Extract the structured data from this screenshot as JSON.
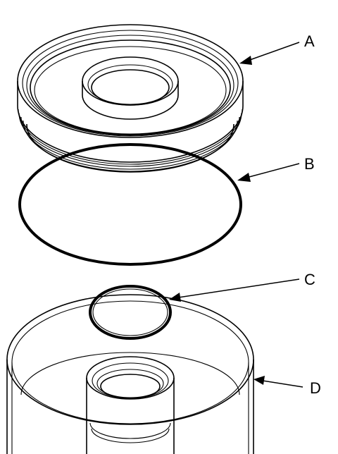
{
  "callouts": [
    {
      "id": "A",
      "label": "A"
    },
    {
      "id": "B",
      "label": "B"
    },
    {
      "id": "C",
      "label": "C"
    },
    {
      "id": "D",
      "label": "D"
    }
  ]
}
